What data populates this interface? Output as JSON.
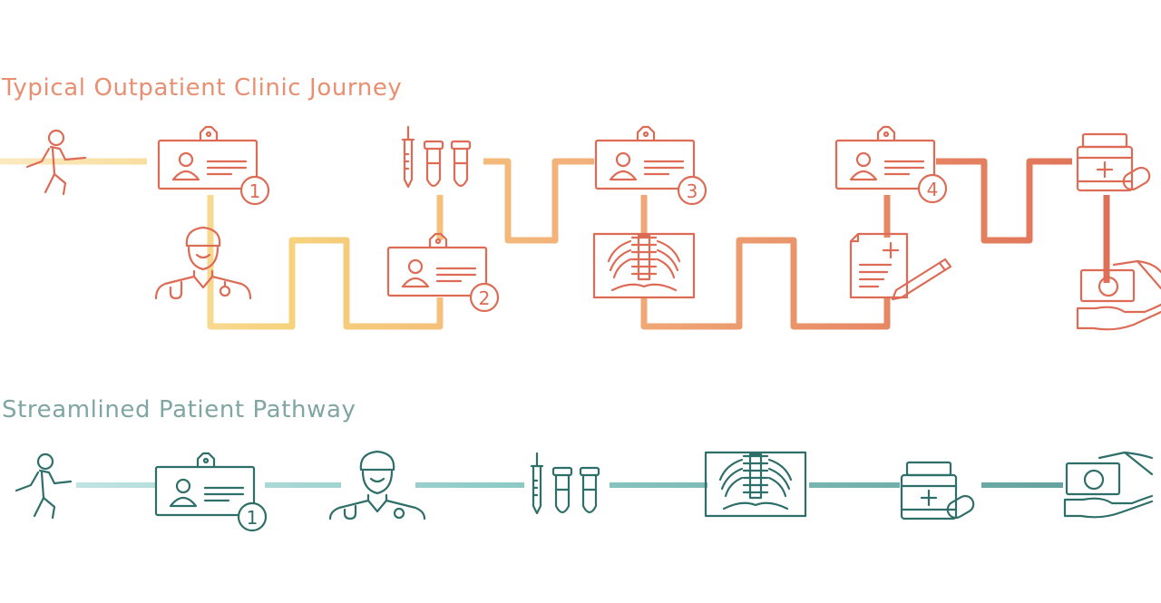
{
  "typical_journey": {
    "title": "Typical Outpatient Clinic Journey",
    "steps": [
      {
        "name": "walking-person-icon"
      },
      {
        "name": "id-badge-icon",
        "badge": "1"
      },
      {
        "name": "doctor-icon"
      },
      {
        "name": "id-badge-icon",
        "badge": "2"
      },
      {
        "name": "syringe-test-tubes-icon"
      },
      {
        "name": "id-badge-icon",
        "badge": "3"
      },
      {
        "name": "xray-icon"
      },
      {
        "name": "prescription-icon"
      },
      {
        "name": "id-badge-icon",
        "badge": "4"
      },
      {
        "name": "medicine-bottle-icon"
      },
      {
        "name": "payment-icon"
      }
    ]
  },
  "streamlined_pathway": {
    "title": "Streamlined Patient Pathway",
    "steps": [
      {
        "name": "walking-person-icon"
      },
      {
        "name": "id-badge-icon",
        "badge": "1"
      },
      {
        "name": "doctor-icon"
      },
      {
        "name": "syringe-test-tubes-icon"
      },
      {
        "name": "xray-icon"
      },
      {
        "name": "medicine-bottle-icon"
      },
      {
        "name": "payment-icon"
      }
    ]
  },
  "colors": {
    "typical_title": "#e98f72",
    "streamlined_title": "#7fa6a2",
    "icon_red": "#dd6b55",
    "icon_teal": "#2f6f69",
    "path_gradient": [
      "#fbe9c0",
      "#f6d27c",
      "#f2b07a",
      "#e78a65",
      "#dd6b55"
    ],
    "line_teal_gradient": [
      "#c9e8e6",
      "#8cc9c5",
      "#5f9c97"
    ]
  }
}
